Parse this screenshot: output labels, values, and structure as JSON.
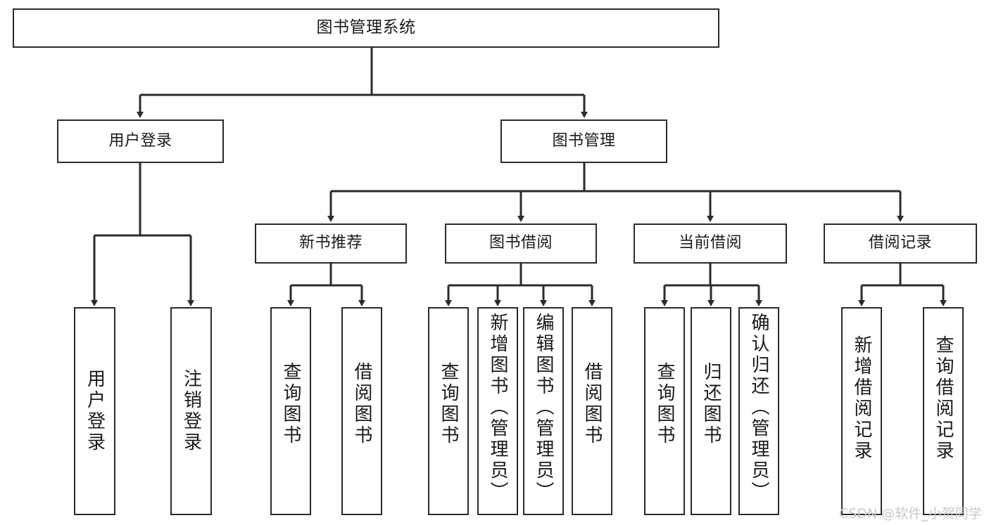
{
  "diagram": {
    "title": "图书管理系统",
    "type": "tree",
    "root": {
      "id": "root",
      "label": "图书管理系统"
    },
    "level1": [
      {
        "id": "user-login",
        "label": "用户登录"
      },
      {
        "id": "book-manage",
        "label": "图书管理"
      }
    ],
    "level2": [
      {
        "id": "new-book-recommend",
        "label": "新书推荐",
        "parent": "book-manage"
      },
      {
        "id": "book-borrow",
        "label": "图书借阅",
        "parent": "book-manage"
      },
      {
        "id": "current-borrow",
        "label": "当前借阅",
        "parent": "book-manage"
      },
      {
        "id": "borrow-record",
        "label": "借阅记录",
        "parent": "book-manage"
      }
    ],
    "leaves": [
      {
        "id": "leaf-user-login",
        "label": "用户登录",
        "parent": "user-login"
      },
      {
        "id": "leaf-user-logout",
        "label": "注销登录",
        "parent": "user-login"
      },
      {
        "id": "leaf-query-book-1",
        "label": "查询图书",
        "parent": "new-book-recommend"
      },
      {
        "id": "leaf-borrow-book-1",
        "label": "借阅图书",
        "parent": "new-book-recommend"
      },
      {
        "id": "leaf-query-book-2",
        "label": "查询图书",
        "parent": "book-borrow"
      },
      {
        "id": "leaf-add-book",
        "label": "新增图书（管理员）",
        "parent": "book-borrow"
      },
      {
        "id": "leaf-edit-book",
        "label": "编辑图书（管理员）",
        "parent": "book-borrow"
      },
      {
        "id": "leaf-borrow-book-2",
        "label": "借阅图书",
        "parent": "book-borrow"
      },
      {
        "id": "leaf-query-book-3",
        "label": "查询图书",
        "parent": "current-borrow"
      },
      {
        "id": "leaf-return-book",
        "label": "归还图书",
        "parent": "current-borrow"
      },
      {
        "id": "leaf-confirm-return",
        "label": "确认归还（管理员）",
        "parent": "current-borrow"
      },
      {
        "id": "leaf-add-record",
        "label": "新增借阅记录",
        "parent": "borrow-record"
      },
      {
        "id": "leaf-query-record",
        "label": "查询借阅记录",
        "parent": "borrow-record"
      }
    ],
    "colors": {
      "box_border": "#2b2b2b",
      "box_fill": "#ffffff",
      "connector": "#2b2b2b",
      "text": "#1a1a1a",
      "background": "#ffffff",
      "watermark": "#c9c9c9"
    }
  },
  "watermark": {
    "text": "CSDN @软件_小贺同学"
  }
}
